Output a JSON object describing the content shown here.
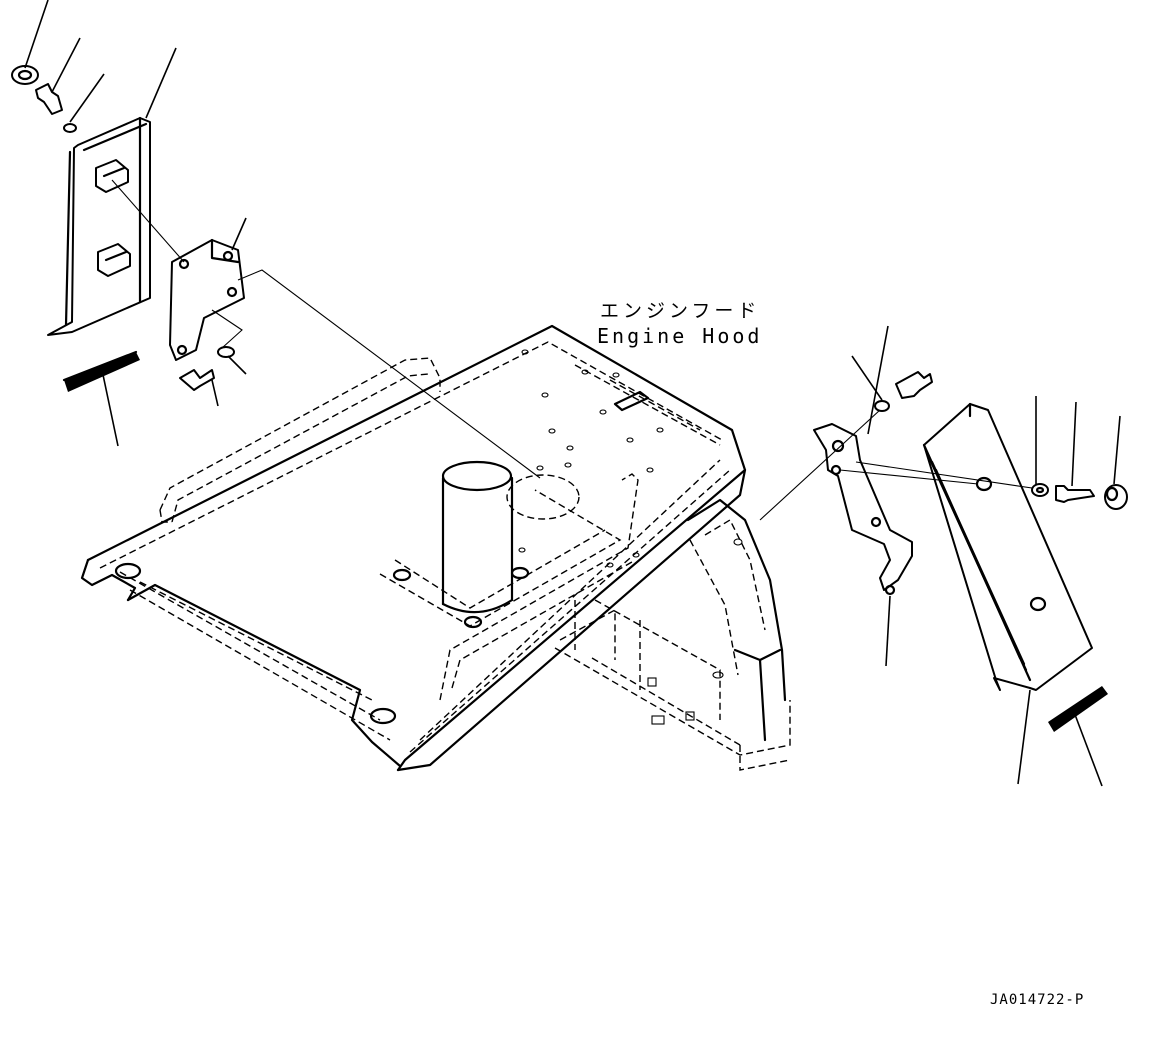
{
  "labels": {
    "engine_hood_jp": "エンジンフード",
    "engine_hood_en": "Engine Hood",
    "drawing_code": "JA014722-P"
  }
}
